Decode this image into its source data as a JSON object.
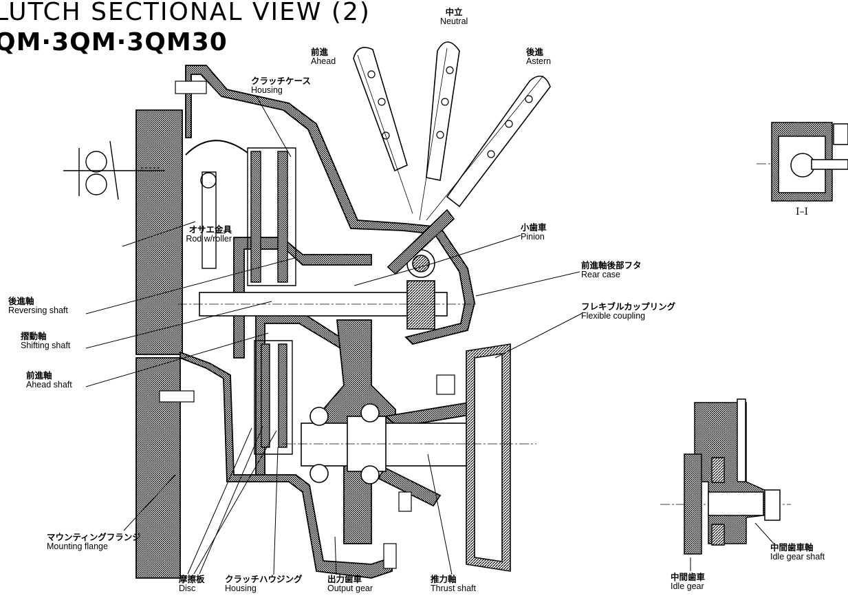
{
  "title": {
    "line1": "LUTCH SECTIONAL VIEW (2)",
    "line2": "QM·3QM·3QM30"
  },
  "section_marker": "I–I",
  "labels": {
    "neutral": {
      "jp": "中立",
      "en": "Neutral"
    },
    "ahead": {
      "jp": "前進",
      "en": "Ahead"
    },
    "astern": {
      "jp": "後進",
      "en": "Astern"
    },
    "housing_top": {
      "jp": "クラッチケース",
      "en": "Housing"
    },
    "rod_roller": {
      "jp": "オサエ金具",
      "en": "Rod w/roller"
    },
    "pinion": {
      "jp": "小歯車",
      "en": "Pinion"
    },
    "rear_case": {
      "jp": "前進軸後部フタ",
      "en": "Rear case"
    },
    "flex_coupling": {
      "jp": "フレキブルカップリング",
      "en": "Flexible coupling"
    },
    "reversing_shaft": {
      "jp": "後進軸",
      "en": "Reversing shaft"
    },
    "shifting_shaft": {
      "jp": "摺動軸",
      "en": "Shifting shaft"
    },
    "ahead_shaft": {
      "jp": "前進軸",
      "en": "Ahead shaft"
    },
    "mounting_flange": {
      "jp": "マウンティングフランジ",
      "en": "Mounting flange"
    },
    "disc": {
      "jp": "摩擦板",
      "en": "Disc"
    },
    "clutch_housing": {
      "jp": "クラッチハウジング",
      "en": "Housing"
    },
    "output_gear": {
      "jp": "出力歯車",
      "en": "Output gear"
    },
    "thrust_shaft": {
      "jp": "推力軸",
      "en": "Thrust shaft"
    },
    "idle_gear_shaft": {
      "jp": "中間歯車軸",
      "en": "Idle gear shaft"
    },
    "idle_gear": {
      "jp": "中間歯車",
      "en": "Idle gear"
    }
  }
}
